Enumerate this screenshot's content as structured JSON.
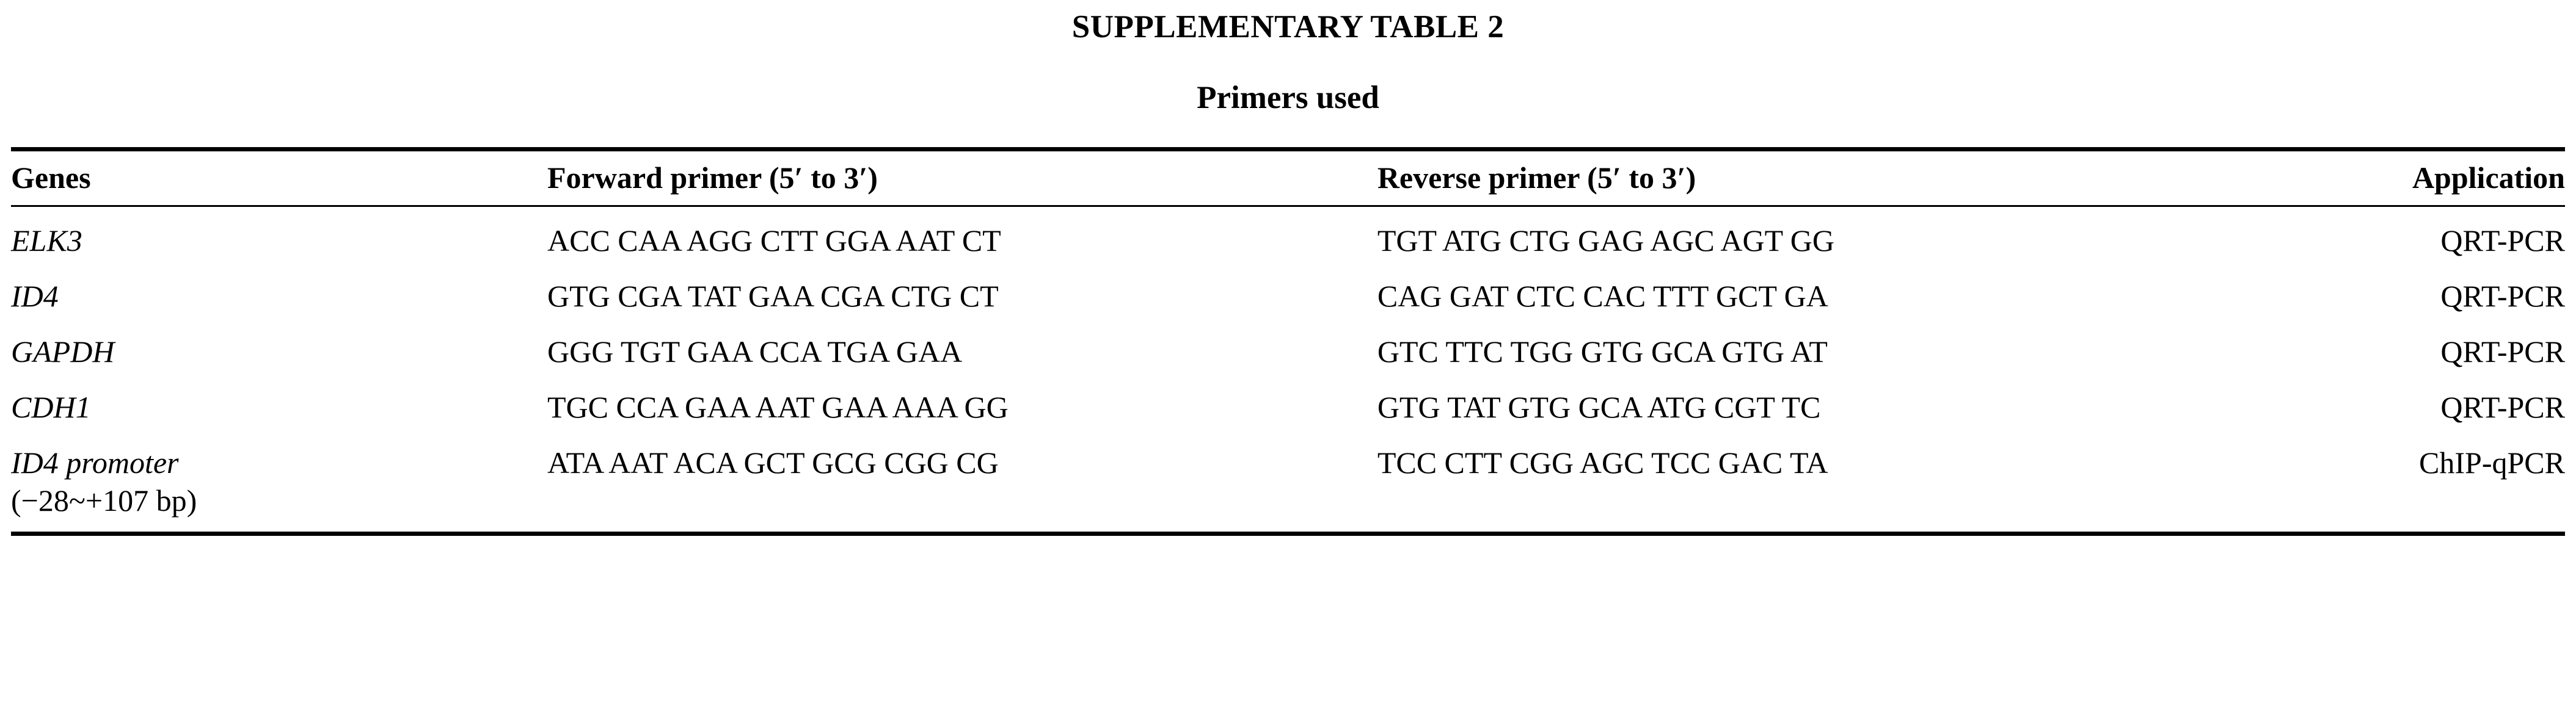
{
  "document": {
    "title": "SUPPLEMENTARY TABLE 2",
    "subtitle": "Primers used"
  },
  "table": {
    "columns": [
      {
        "key": "gene",
        "label": "Genes"
      },
      {
        "key": "forward",
        "label": "Forward primer (5′ to 3′)"
      },
      {
        "key": "reverse",
        "label": "Reverse primer (5′ to 3′)"
      },
      {
        "key": "app",
        "label": "Application"
      }
    ],
    "rows": [
      {
        "gene": "ELK3",
        "gene_note": "",
        "forward": "ACC CAA AGG CTT GGA AAT CT",
        "reverse": "TGT ATG CTG GAG AGC AGT GG",
        "app": "QRT-PCR"
      },
      {
        "gene": "ID4",
        "gene_note": "",
        "forward": "GTG CGA TAT GAA CGA CTG CT",
        "reverse": "CAG GAT CTC CAC TTT GCT GA",
        "app": "QRT-PCR"
      },
      {
        "gene": "GAPDH",
        "gene_note": "",
        "forward": "GGG TGT GAA CCA TGA GAA",
        "reverse": "GTC TTC TGG GTG GCA GTG AT",
        "app": "QRT-PCR"
      },
      {
        "gene": "CDH1",
        "gene_note": "",
        "forward": "TGC CCA GAA AAT GAA AAA GG",
        "reverse": "GTG TAT GTG GCA ATG CGT TC",
        "app": "QRT-PCR"
      },
      {
        "gene": "ID4 promoter",
        "gene_note": "(−28~+107 bp)",
        "forward": "ATA AAT ACA GCT GCG CGG CG",
        "reverse": "TCC CTT CGG AGC TCC GAC TA",
        "app": "ChIP-qPCR"
      }
    ]
  },
  "colors": {
    "text": "#000000",
    "background": "#ffffff",
    "rule": "#000000"
  }
}
